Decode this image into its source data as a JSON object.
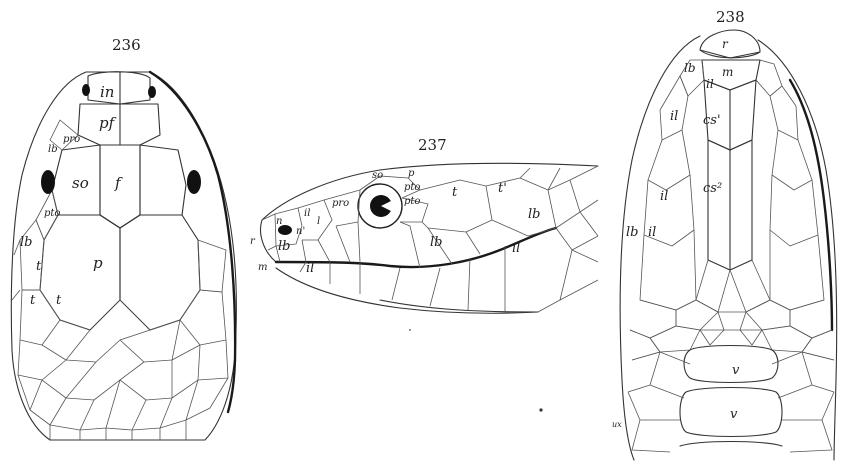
{
  "figures": [
    {
      "number": "236",
      "labels": {
        "in": "in",
        "pf": "pf",
        "lb1": "lb",
        "pro": "pro",
        "so": "so",
        "f": "f",
        "pto": "pto",
        "lb2": "lb",
        "t1": "t",
        "p": "p",
        "t2": "t",
        "t3": "t"
      }
    },
    {
      "number": "237",
      "labels": {
        "so": "so",
        "p": "p",
        "pto1": "pto",
        "pto2": "pto",
        "pro": "pro",
        "t": "t",
        "t_prime": "t'",
        "n": "n",
        "n_prime": "n'",
        "l": "l",
        "r": "r",
        "lb1": "lb",
        "il1": "il",
        "m": "m",
        "lb2": "lb",
        "lb3": "lb",
        "il2": "il",
        "il3": "il"
      }
    },
    {
      "number": "238",
      "labels": {
        "r": "r",
        "lb1": "lb",
        "m": "m",
        "il1": "il",
        "il2": "il",
        "cs1": "cs'",
        "il3": "il",
        "cs2": "cs²",
        "lb2": "lb",
        "il4": "il",
        "v1": "v",
        "v2": "v",
        "stray": "ux"
      }
    }
  ]
}
